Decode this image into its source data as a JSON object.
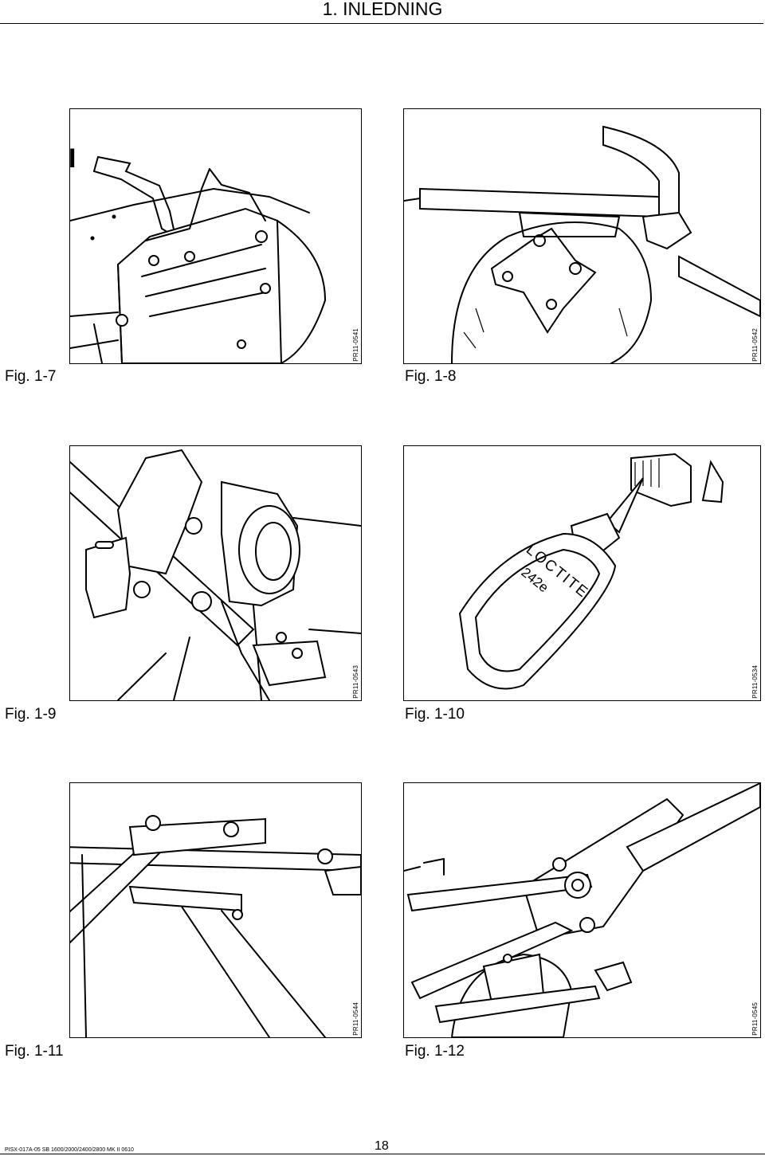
{
  "header": {
    "title": "1. INLEDNING"
  },
  "figures": [
    {
      "caption": "Fig. 1-7",
      "code": "PR11-0541",
      "marker": "I"
    },
    {
      "caption": "Fig. 1-8",
      "code": "PR11-0542"
    },
    {
      "caption": "Fig. 1-9",
      "code": "PR11-0543"
    },
    {
      "caption": "Fig. 1-10",
      "code": "PR11-0534",
      "bottle_brand": "LOCTITE",
      "bottle_product": "242e"
    },
    {
      "caption": "Fig. 1-11",
      "code": "PR11-0544"
    },
    {
      "caption": "Fig. 1-12",
      "code": "PR11-0545"
    }
  ],
  "footer": {
    "doc_id": "PISX-017A-05  SB 1600/2000/2400/2800 MK II  0610",
    "page_number": "18"
  }
}
